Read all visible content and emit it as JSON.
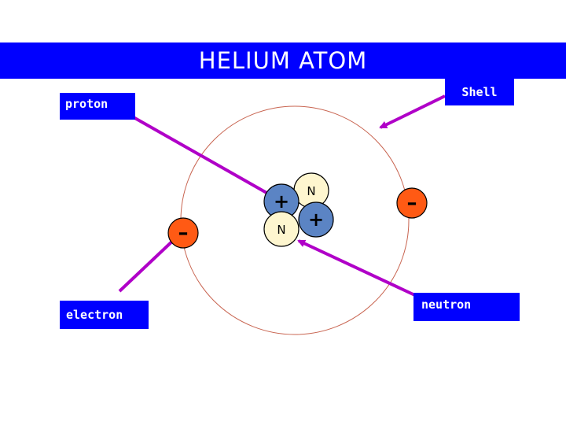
{
  "title": "HELIUM ATOM",
  "labels": {
    "proton": "proton",
    "shell": "Shell",
    "electron": "electron",
    "neutron": "neutron"
  },
  "particles": {
    "proton_symbol": "+",
    "neutron_symbol": "N",
    "electron_symbol": "–"
  },
  "colors": {
    "title_bar": "#0000ff",
    "label_bg": "#0000ff",
    "arrow": "#b000c8",
    "orbit": "#c86450",
    "proton": "#5b84c4",
    "neutron": "#fef6cf",
    "electron": "#ff5a14"
  }
}
